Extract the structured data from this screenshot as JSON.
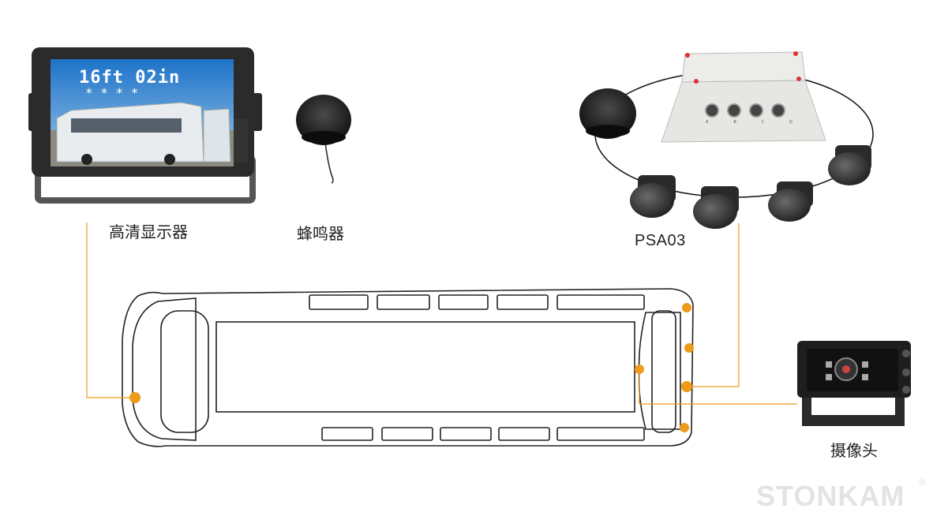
{
  "monitor": {
    "screen_text": "16ft  02in",
    "stars": "*   *   *   *",
    "label": "高清显示器"
  },
  "buzzer": {
    "label": "蜂鸣器"
  },
  "sensor_kit": {
    "label": "PSA03",
    "port_labels": [
      "A",
      "B",
      "C",
      "D"
    ]
  },
  "camera": {
    "label": "摄像头"
  },
  "watermark": {
    "text": "STONKAM",
    "symbol": "®"
  },
  "colors": {
    "accent": "#ee9a1a",
    "outline": "#222222"
  }
}
